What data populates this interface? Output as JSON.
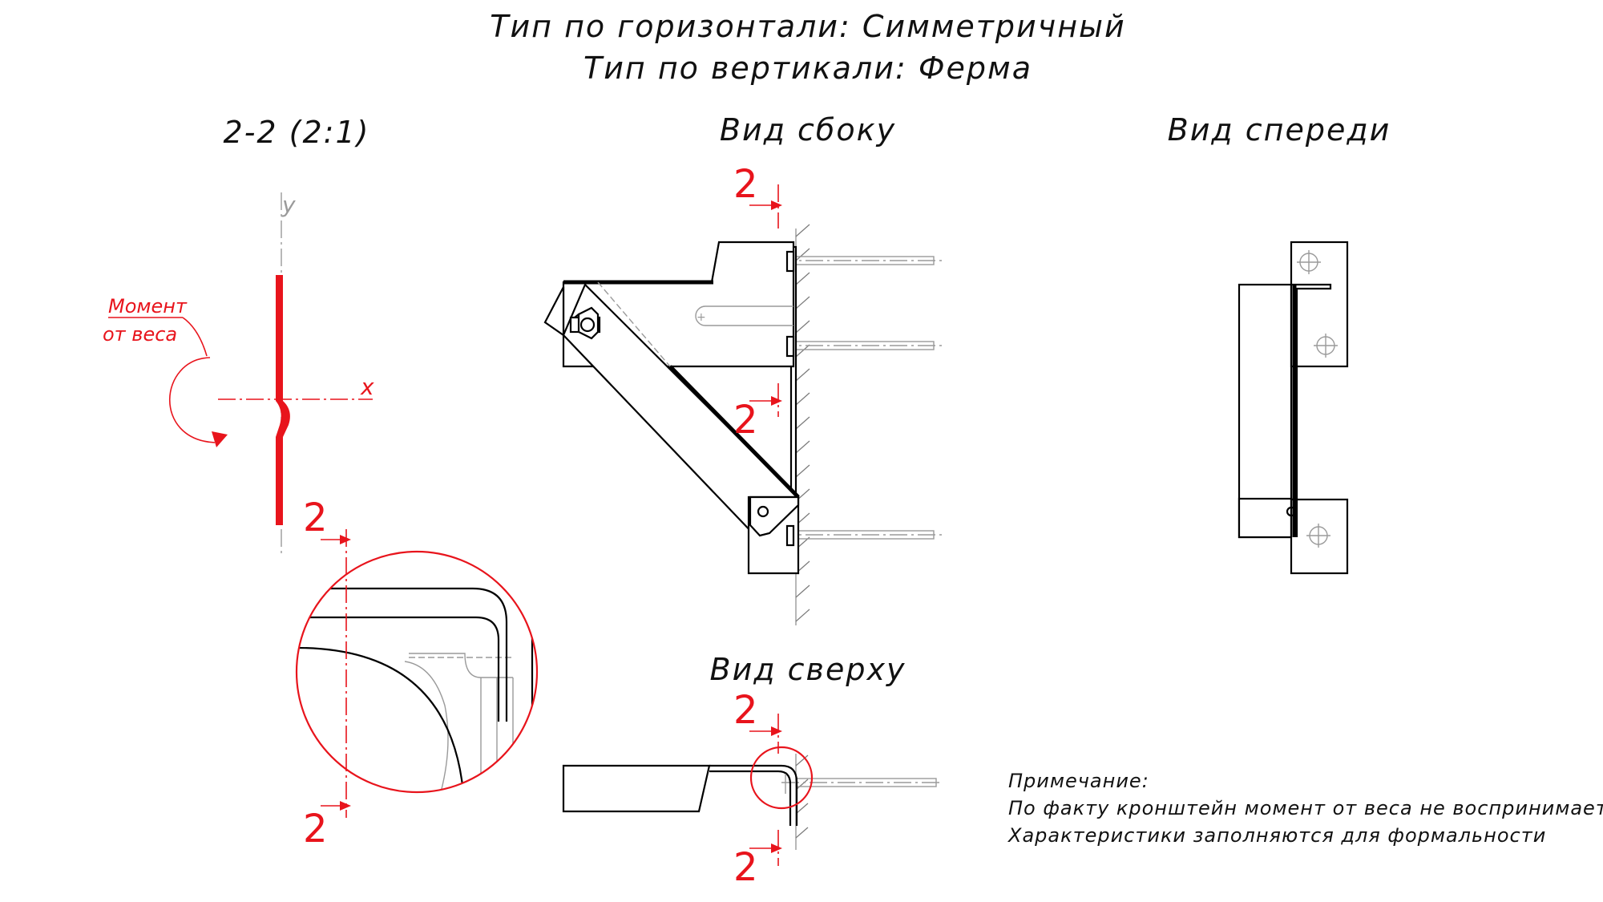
{
  "header": {
    "title_line1": "Тип по горизонтали: Симметричный",
    "title_line2": "Тип по вертикали: Ферма"
  },
  "views": {
    "section": "2-2 (2:1)",
    "side": "Вид сбоку",
    "front": "Вид спереди",
    "top": "Вид сверху"
  },
  "section_view": {
    "axis_y": "y",
    "axis_x": "x",
    "moment_label_line1": "Момент",
    "moment_label_line2": "от веса"
  },
  "section_marks": {
    "label": "2"
  },
  "note": {
    "heading": "Примечание:",
    "line1": "По факту кронштейн момент от веса не воспринимает.",
    "line2": "Характеристики заполняются для формальности"
  },
  "colors": {
    "accent_red": "#e8141c",
    "line_black": "#000000",
    "line_gray": "#9a9a9a"
  }
}
